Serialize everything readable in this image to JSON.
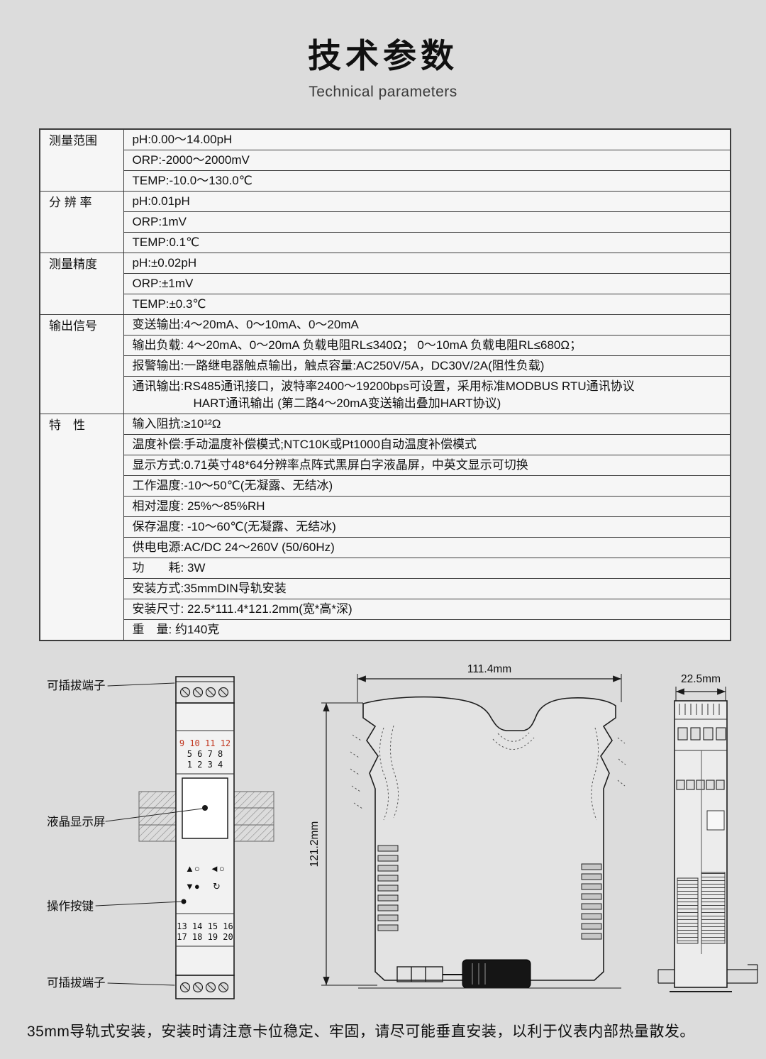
{
  "header": {
    "title": "技术参数",
    "subtitle": "Technical parameters"
  },
  "table": {
    "sections": [
      {
        "category": "测量范围",
        "items": [
          "pH:0.00～14.00pH",
          "ORP:-2000～2000mV",
          "TEMP:-10.0～130.0℃"
        ]
      },
      {
        "category": "分 辨 率",
        "items": [
          "pH:0.01pH",
          "ORP:1mV",
          "TEMP:0.1℃"
        ]
      },
      {
        "category": "测量精度",
        "items": [
          "pH:±0.02pH",
          "ORP:±1mV",
          "TEMP:±0.3℃"
        ]
      },
      {
        "category": "输出信号",
        "items": [
          "变送输出:4～20mA、0～10mA、0～20mA",
          "输出负载: 4～20mA、0～20mA 负载电阻RL≤340Ω； 0～10mA 负载电阻RL≤680Ω；",
          "报警输出:一路继电器触点输出，触点容量:AC250V/5A，DC30V/2A(阻性负载)",
          "通讯输出:RS485通讯接口，波特率2400～19200bps可设置，采用标准MODBUS RTU通讯协议",
          "HART通讯输出 (第二路4～20mA变送输出叠加HART协议)"
        ]
      },
      {
        "category": "特　性",
        "items": [
          "输入阻抗:≥10¹²Ω",
          "温度补偿:手动温度补偿模式;NTC10K或Pt1000自动温度补偿模式",
          "显示方式:0.71英寸48*64分辨率点阵式黑屏白字液晶屏，中英文显示可切换",
          "工作温度:-10～50℃(无凝露、无结冰)",
          "相对湿度: 25%～85%RH",
          "保存温度: -10～60℃(无凝露、无结冰)",
          "供电电源:AC/DC 24～260V (50/60Hz)",
          "功　　耗: 3W",
          "安装方式:35mmDIN导轨安装",
          "安装尺寸: 22.5*111.4*121.2mm(宽*高*深)",
          "重　量: 约140克"
        ]
      }
    ]
  },
  "diagram": {
    "labels": {
      "terminal_top": "可插拔端子",
      "lcd": "液晶显示屏",
      "keys": "操作按键",
      "terminal_bottom": "可插拔端子"
    },
    "front": {
      "terminal_rows_top": [
        "9 10 11 12",
        "5  6  7  8",
        "1  2  3  4"
      ],
      "terminal_rows_bottom": [
        "13 14 15 16",
        "17 18 19 20"
      ],
      "key_symbols": [
        "▲○",
        "◄○",
        "▼●",
        "↻"
      ]
    },
    "dimensions": {
      "width": "111.4mm",
      "height": "121.2mm",
      "depth": "22.5mm"
    },
    "colors": {
      "terminal_red": "#c0341d"
    }
  },
  "footer": {
    "note": "35mm导轨式安装，安装时请注意卡位稳定、牢固，请尽可能垂直安装，以利于仪表内部热量散发。"
  }
}
